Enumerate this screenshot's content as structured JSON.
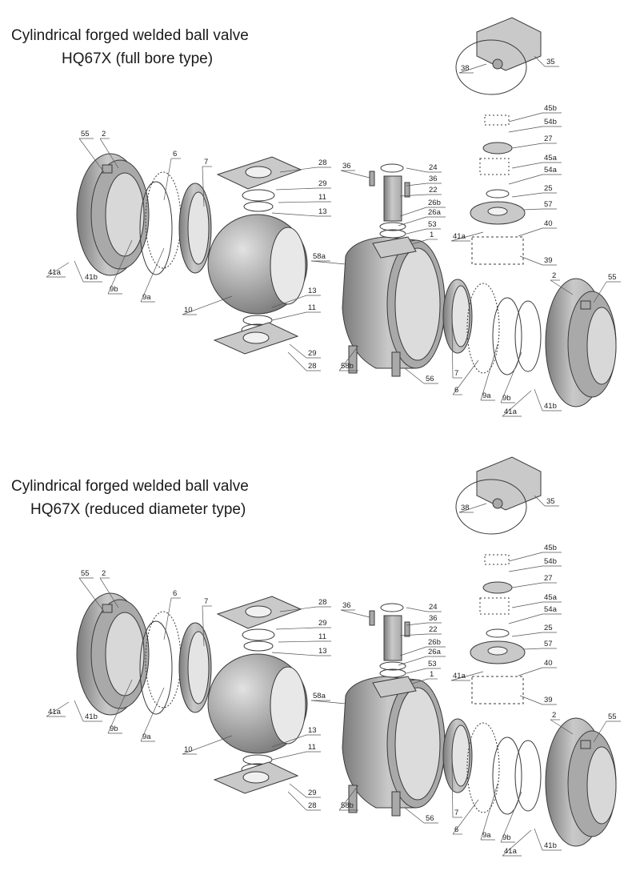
{
  "diagrams": [
    {
      "title_line1": "Cylindrical forged welded ball valve",
      "title_line2": "HQ67X (full bore type)",
      "labels": [
        "55",
        "2",
        "6",
        "7",
        "28",
        "29",
        "11",
        "13",
        "36",
        "24",
        "36",
        "22",
        "26b",
        "26a",
        "53",
        "1",
        "58a",
        "41a",
        "41b",
        "9b",
        "9a",
        "10",
        "13",
        "11",
        "29",
        "28",
        "58b",
        "56",
        "38",
        "35",
        "45b",
        "54b",
        "27",
        "45a",
        "54a",
        "25",
        "57",
        "41a",
        "40",
        "39",
        "2",
        "55",
        "7",
        "6",
        "9a",
        "9b",
        "41a",
        "41b"
      ]
    },
    {
      "title_line1": "Cylindrical forged welded ball valve",
      "title_line2": "HQ67X (reduced diameter type)",
      "labels": [
        "55",
        "2",
        "6",
        "7",
        "28",
        "29",
        "11",
        "13",
        "36",
        "24",
        "36",
        "22",
        "26b",
        "26a",
        "53",
        "1",
        "58a",
        "41a",
        "41b",
        "9b",
        "9a",
        "10",
        "13",
        "11",
        "29",
        "28",
        "58b",
        "56",
        "38",
        "35",
        "45b",
        "54b",
        "27",
        "45a",
        "54a",
        "25",
        "57",
        "41a",
        "40",
        "39",
        "2",
        "55",
        "7",
        "6",
        "9a",
        "9b",
        "41a",
        "41b"
      ]
    }
  ],
  "colors": {
    "metal_light": "#c9c9c9",
    "metal_mid": "#a9a9a9",
    "metal_dark": "#7b7b7b",
    "line": "#3a3a3a",
    "text": "#1a1a1a"
  }
}
